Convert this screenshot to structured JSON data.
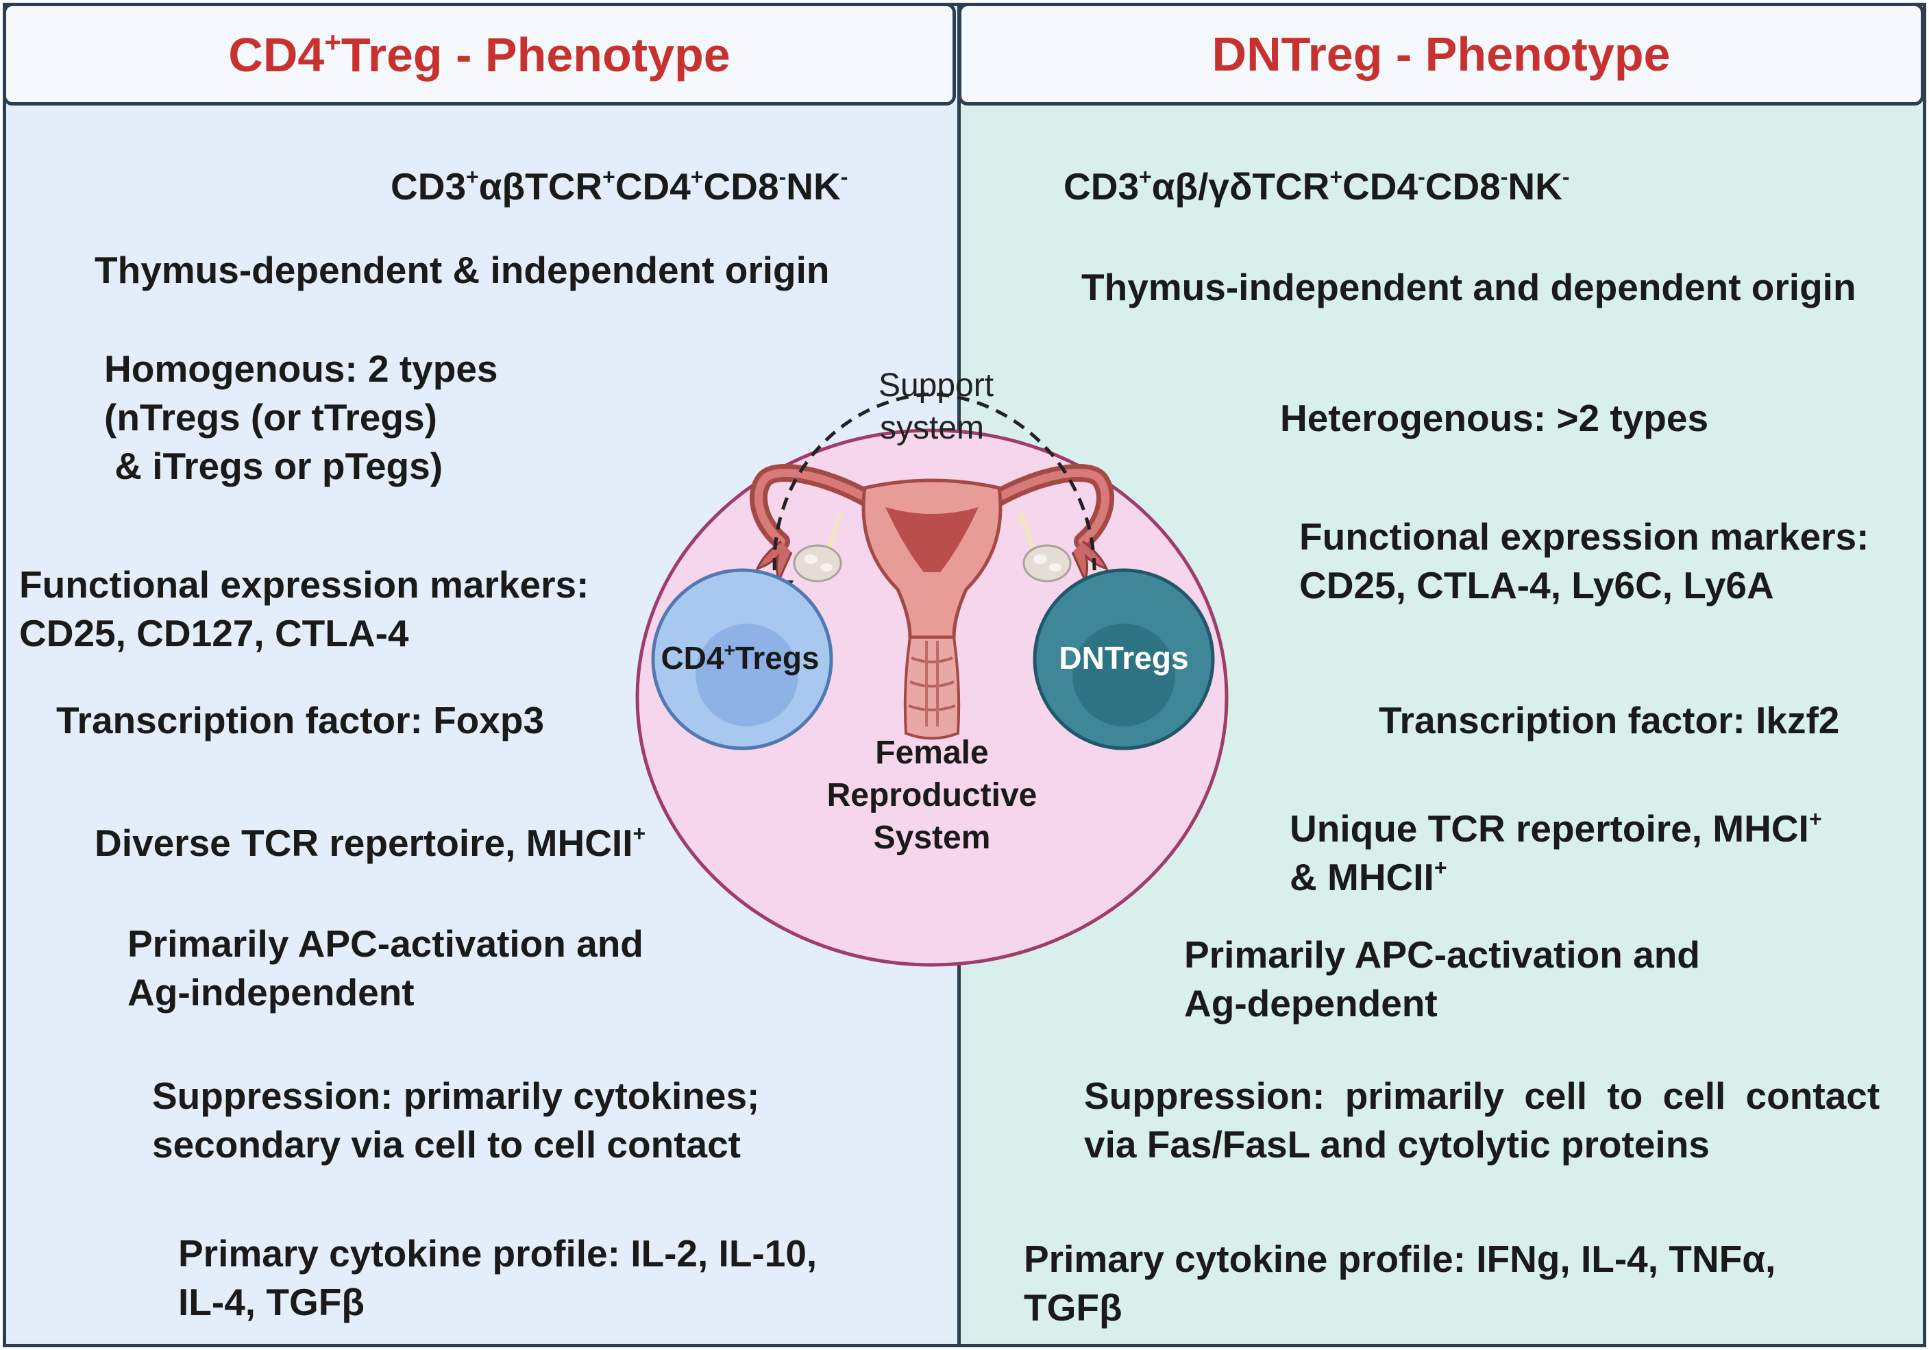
{
  "left": {
    "header": {
      "main": "CD4",
      "sup": "+",
      "rest": "Treg - Phenotype"
    },
    "phenotype": [
      {
        "b": "CD3",
        "s": "+"
      },
      {
        "b": "αβTCR",
        "s": "+"
      },
      {
        "b": "CD4",
        "s": "+"
      },
      {
        "b": "CD8",
        "s": "-"
      },
      {
        "b": "NK",
        "s": "-"
      }
    ],
    "origin": "Thymus-dependent & independent origin",
    "types": [
      "Homogenous: 2 types",
      "(nTregs (or tTregs)",
      " & iTregs or pTegs)"
    ],
    "markers": [
      "Functional expression markers:",
      "CD25, CD127, CTLA-4"
    ],
    "transcription": "Transcription factor: Foxp3",
    "tcr": {
      "text": "Diverse TCR repertoire, MHCII",
      "sup": "+"
    },
    "activation": [
      "Primarily APC-activation and",
      "Ag-independent"
    ],
    "suppression": [
      "Suppression: primarily cytokines;",
      "secondary via cell to cell contact"
    ],
    "cytokine": [
      "Primary cytokine profile: IL-2, IL-10,",
      "IL-4, TGFβ"
    ]
  },
  "right": {
    "header": {
      "text": "DNTreg - Phenotype"
    },
    "phenotype": [
      {
        "b": "CD3",
        "s": "+"
      },
      {
        "b": "αβ/γδTCR",
        "s": "+"
      },
      {
        "b": "CD4",
        "s": "-"
      },
      {
        "b": "CD8",
        "s": "-"
      },
      {
        "b": "NK",
        "s": "-"
      }
    ],
    "origin": "Thymus-independent and dependent origin",
    "types": "Heterogenous: >2 types",
    "markers": [
      "Functional expression markers:",
      "CD25, CTLA-4, Ly6C, Ly6A"
    ],
    "transcription": "Transcription factor: Ikzf2",
    "tcr": {
      "line1": "Unique TCR repertoire, MHCI",
      "sup1": "+",
      "line2": "& MHCII",
      "sup2": "+"
    },
    "activation": [
      "Primarily APC-activation and",
      "Ag-dependent"
    ],
    "suppression": [
      "Suppression: primarily cell to cell contact",
      "via Fas/FasL and cytolytic proteins"
    ],
    "cytokine": [
      "Primary cytokine profile: IFNg, IL-4, TNFα,",
      "TGFβ"
    ]
  },
  "center": {
    "support": [
      "Support",
      "system"
    ],
    "cd4_cell": {
      "main": "CD4",
      "sup": "+",
      "rest": "Tregs"
    },
    "dn_cell": "DNTregs",
    "system": [
      "Female",
      "Reproductive",
      "System"
    ]
  },
  "colors": {
    "title_red": "#c8322e",
    "left_bg": "#e3eefa",
    "right_bg": "#d9efeb",
    "circle_fill": "#f5d6ec",
    "circle_border": "#9e3c6c",
    "cd4_cell": "#a9c8f0",
    "dn_cell": "#3f8798"
  }
}
